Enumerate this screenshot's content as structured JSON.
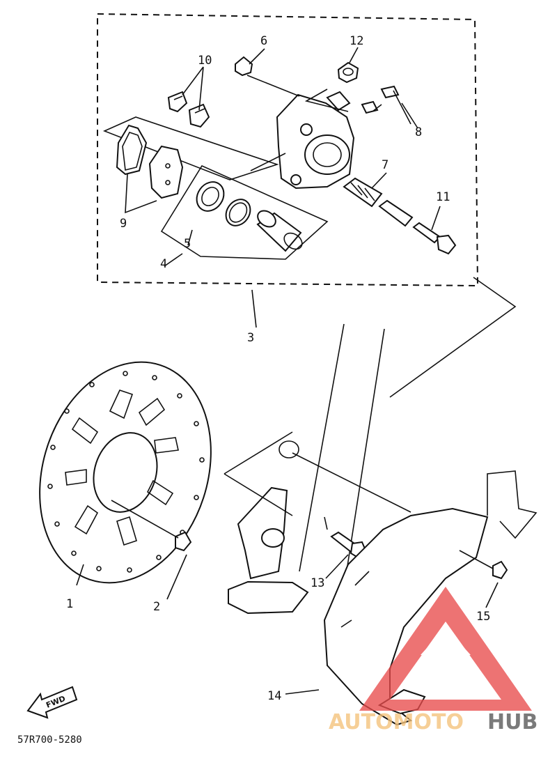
{
  "diagram": {
    "part_labels": [
      "1",
      "2",
      "3",
      "4",
      "5",
      "6",
      "7",
      "8",
      "9",
      "10",
      "11",
      "12",
      "13",
      "14",
      "15"
    ],
    "fwd_label": "FWD",
    "drawing_code": "57R700-5280"
  },
  "watermark": {
    "text_main": "AUTOMOTO",
    "text_accent": "HUB",
    "colors": {
      "triangle": "#e84c4c",
      "text_main": "#f4c27a",
      "text_accent": "#555555"
    }
  }
}
